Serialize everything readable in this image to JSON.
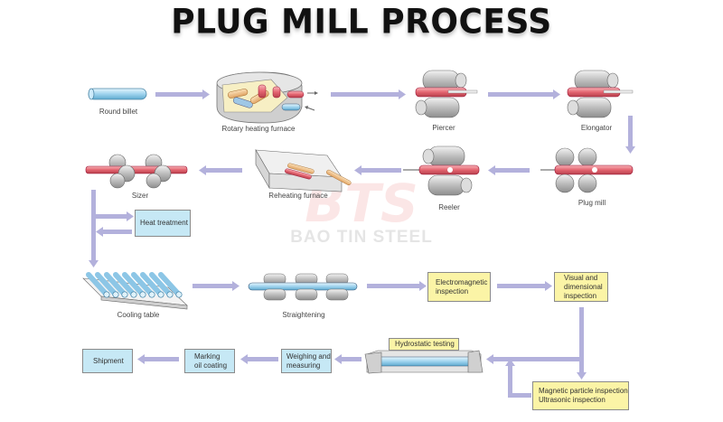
{
  "title": "PLUG MILL PROCESS",
  "watermark": {
    "logo": "BTS",
    "text": "BAO TIN STEEL",
    "color": "#e23a3a"
  },
  "colors": {
    "arrow": "#b3b1dc",
    "hot_tube": "#e8707a",
    "cold_tube": "#a9d8ef",
    "roll": "#c9c9c9",
    "blue_box": "#c6e8f5",
    "yellow_box": "#fbf4a6"
  },
  "stages": {
    "round_billet": "Round billet",
    "rotary_heating_furnace": "Rotary heating furnace",
    "piercer": "Piercer",
    "elongator": "Elongator",
    "plug_mill": "Plug mill",
    "reeler": "Reeler",
    "reheating_furnace": "Reheating furnace",
    "sizer": "Sizer",
    "heat_treatment": "Heat treatment",
    "cooling_table": "Cooling table",
    "straightening": "Straightening",
    "electromagnetic_inspection": "Electromagnetic\ninspection",
    "visual_dimensional_inspection": "Visual and\ndimensional\ninspection",
    "magnetic_ultrasonic_inspection": "Magnetic particle inspection\nUltrasonic inspection",
    "hydrostatic_testing": "Hydrostatic testing",
    "weighing_measuring": "Weighing and\nmeasuring",
    "marking_oil_coating": "Marking\noil coating",
    "shipment": "Shipment"
  }
}
